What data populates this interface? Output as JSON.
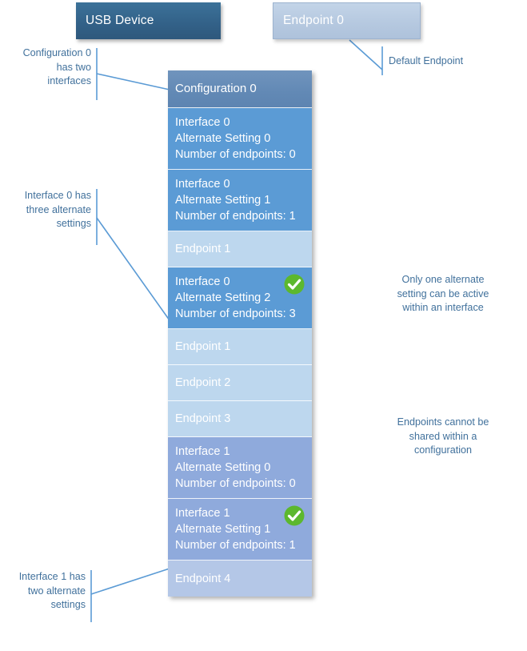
{
  "headers": [
    {
      "name": "usb-device",
      "label": "USB Device"
    },
    {
      "name": "endpoint-0",
      "label": "Endpoint 0"
    }
  ],
  "stack": {
    "nodes": [
      {
        "kind": "configuration",
        "lines": [
          "Configuration 0"
        ],
        "checked": false
      },
      {
        "kind": "interface0",
        "lines": [
          "Interface 0",
          "Alternate Setting 0",
          "Number of endpoints: 0"
        ],
        "checked": false
      },
      {
        "kind": "interface0",
        "lines": [
          "Interface 0",
          "Alternate Setting 1",
          "Number of endpoints: 1"
        ],
        "checked": false
      },
      {
        "kind": "endpoint",
        "lines": [
          "Endpoint 1"
        ],
        "checked": false
      },
      {
        "kind": "interface0",
        "lines": [
          "Interface 0",
          "Alternate Setting 2",
          "Number of endpoints: 3"
        ],
        "checked": true
      },
      {
        "kind": "endpoint",
        "lines": [
          "Endpoint 1"
        ],
        "checked": false
      },
      {
        "kind": "endpoint",
        "lines": [
          "Endpoint 2"
        ],
        "checked": false
      },
      {
        "kind": "endpoint",
        "lines": [
          "Endpoint 3"
        ],
        "checked": false
      },
      {
        "kind": "interface1",
        "lines": [
          "Interface 1",
          "Alternate Setting 0",
          "Number of endpoints: 0"
        ],
        "checked": false
      },
      {
        "kind": "interface1",
        "lines": [
          "Interface 1",
          "Alternate Setting 1",
          "Number of endpoints: 1"
        ],
        "checked": true
      },
      {
        "kind": "endpoint-alt",
        "lines": [
          "Endpoint 4"
        ],
        "checked": false
      }
    ]
  },
  "annotations": [
    {
      "name": "annotation-configuration-interfaces",
      "align": "right",
      "lines": [
        "Configuration 0",
        "has two",
        "interfaces"
      ]
    },
    {
      "name": "annotation-interface0-alternate-settings",
      "align": "right",
      "lines": [
        "Interface 0 has",
        "three alternate",
        "settings"
      ]
    },
    {
      "name": "annotation-interface1-alternate-settings",
      "align": "right",
      "lines": [
        "Interface 1 has",
        "two alternate",
        "settings"
      ]
    },
    {
      "name": "annotation-default-endpoint",
      "align": "left",
      "lines": [
        "Default Endpoint"
      ]
    },
    {
      "name": "annotation-one-alternate-setting-active",
      "align": "center",
      "lines": [
        "Only one alternate",
        "setting can be active",
        "within an interface"
      ]
    },
    {
      "name": "annotation-endpoints-not-shared",
      "align": "center",
      "lines": [
        "Endpoints cannot be",
        "shared within a",
        "configuration"
      ]
    }
  ],
  "colors": {
    "device_header": "#336289",
    "endpoint0_header": "#b6c9e0",
    "configuration": "#6289b5",
    "interface0": "#5b9bd5",
    "interface1": "#8faadc",
    "endpoint": "#bdd7ee",
    "endpoint_alt": "#b4c7e7",
    "check_badge": "#5cb82e",
    "connector_line": "#5b9bd5",
    "annotation_text": "#41719c"
  }
}
